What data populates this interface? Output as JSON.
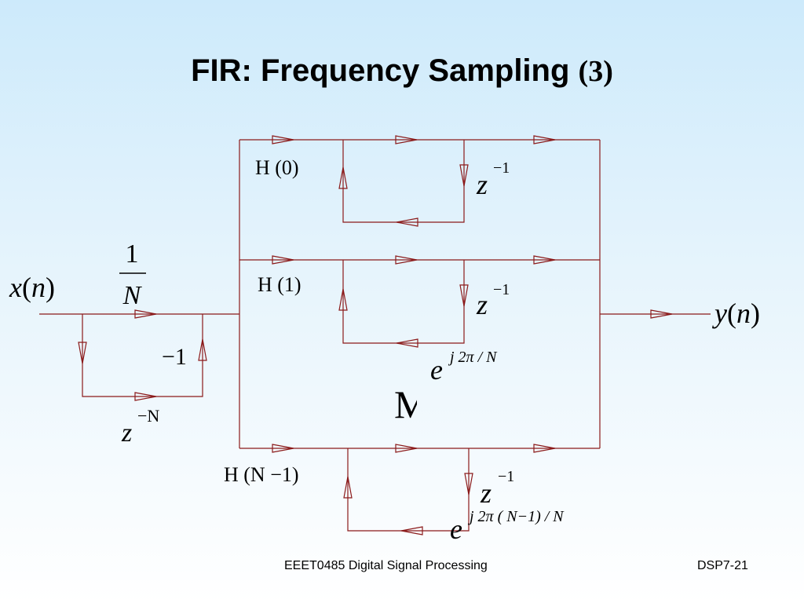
{
  "slide": {
    "title": "FIR:  Frequency Sampling",
    "title_number": "(3)"
  },
  "diagram": {
    "input_x": "x",
    "input_n": "n",
    "output_y": "y",
    "output_n": "n",
    "scale_numerator": "1",
    "scale_denominator": "N",
    "comb_gain": "−1",
    "comb_delay_base": "z",
    "comb_delay_exp": "−N",
    "branch0_gain": "H (0)",
    "branch0_delay_base": "z",
    "branch0_delay_exp": "−1",
    "branch1_gain": "H (1)",
    "branch1_delay_base": "z",
    "branch1_delay_exp": "−1",
    "branch1_coef_base": "e",
    "branch1_coef_exp": "j 2π / N",
    "ellipsis": "M",
    "branchN_gain": "H (N −1)",
    "branchN_delay_base": "z",
    "branchN_delay_exp": "−1",
    "branchN_coef_base": "e",
    "branchN_coef_exp": "j 2π ( N−1) / N"
  },
  "footer": {
    "course": "EEET0485 Digital Signal Processing",
    "slide_id": "DSP7-21"
  }
}
